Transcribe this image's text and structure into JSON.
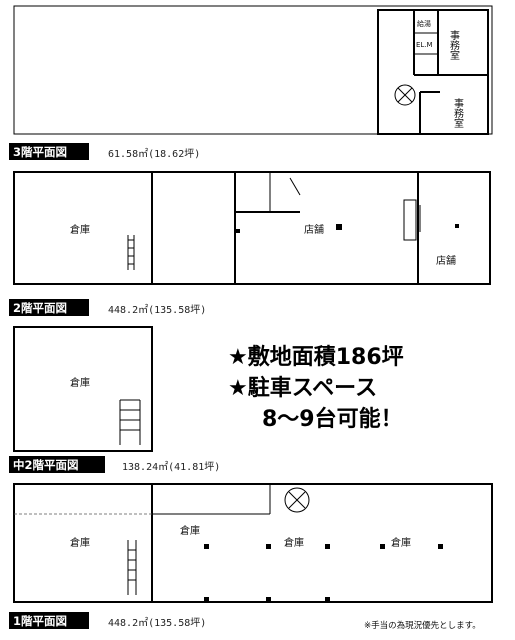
{
  "floor3": {
    "title": "3階平面図",
    "area": "61.58㎡(18.62坪)",
    "rooms": {
      "office_a": "事務室",
      "office_b": "事務室",
      "small_1": "給湯",
      "small_2": "EL.M"
    }
  },
  "floor2": {
    "title": "2階平面図",
    "area": "448.2㎡(135.58坪)",
    "rooms": {
      "warehouse": "倉庫",
      "store_a": "店舗",
      "store_b": "店舗"
    }
  },
  "mezzanine2": {
    "title": "中2階平面図",
    "area": "138.24㎡(41.81坪)",
    "rooms": {
      "warehouse": "倉庫"
    }
  },
  "floor1": {
    "title": "1階平面図",
    "area": "448.2㎡(135.58坪)",
    "rooms": {
      "warehouse_a": "倉庫",
      "warehouse_b": "倉庫",
      "warehouse_c": "倉庫",
      "warehouse_d": "倉庫"
    }
  },
  "promo": {
    "line1": "★敷地面積186坪",
    "line2": "★駐車スペース",
    "line3": "8～9台可能！"
  },
  "note": "※手当の為現況優先とします。",
  "colors": {
    "tag_bg": "#000000",
    "line": "#000000"
  }
}
